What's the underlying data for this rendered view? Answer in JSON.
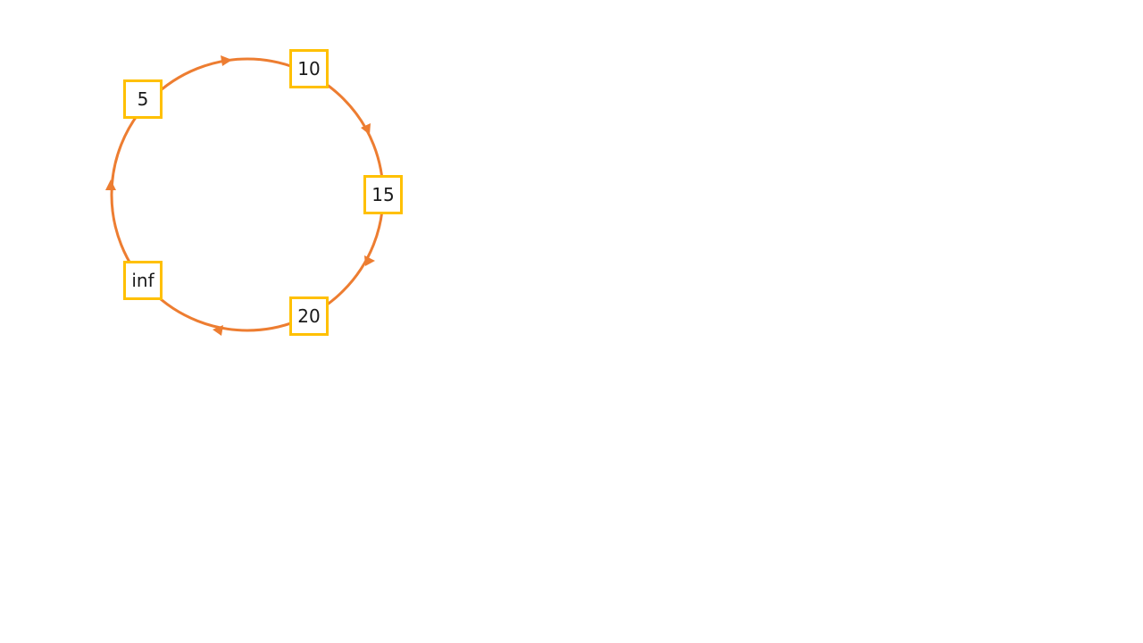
{
  "diagram": {
    "ring_color": "#ed7d31",
    "node_border_color": "#ffc000",
    "nodes": [
      {
        "id": "node-10",
        "label": "10"
      },
      {
        "id": "node-5",
        "label": "5"
      },
      {
        "id": "node-15",
        "label": "15"
      },
      {
        "id": "node-inf",
        "label": "inf"
      },
      {
        "id": "node-20",
        "label": "20"
      }
    ],
    "direction": "clockwise"
  }
}
